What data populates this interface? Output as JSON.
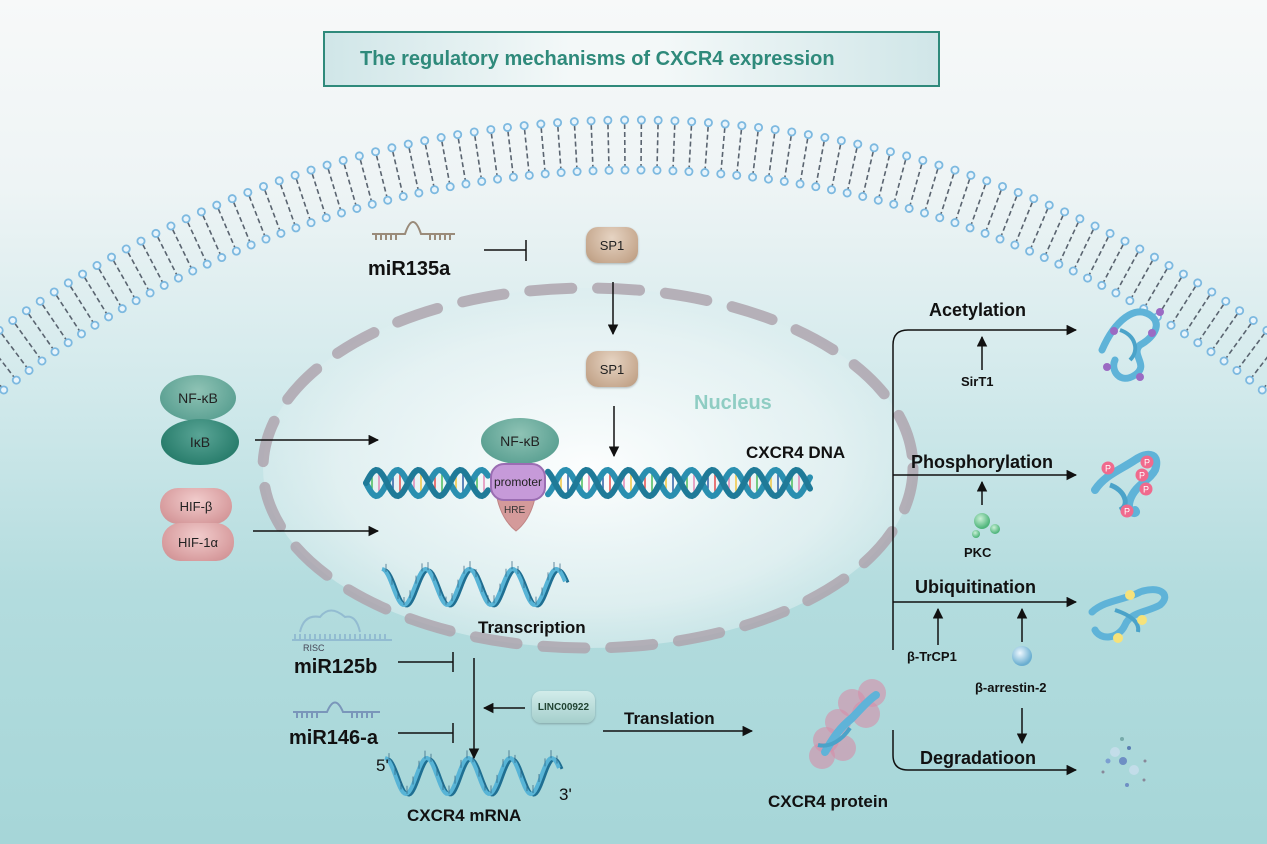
{
  "title": "The regulatory mechanisms of CXCR4 expression",
  "colors": {
    "title_accent": "#2f8a7b",
    "membrane_head": "#7db9e0",
    "nucleus_border": "#b3a9b2",
    "dna": "#2a8fb0",
    "sp1": "#c8ab92",
    "nfkb": "#5fa395",
    "ikb": "#2b7f6e",
    "hif": "#d89d9f",
    "promoter": "#c69ad9",
    "hre": "#d49a9a",
    "phospho": "#f06a8d",
    "acetyl": "#9b6ac3",
    "ubiquitin": "#f6e27a",
    "pkc": "#5fc38a",
    "arrestin": "#8cc4e0"
  },
  "labels": {
    "mir135a": "miR135a",
    "sp1_cytoplasm": "SP1",
    "sp1_nucleus": "SP1",
    "nucleus": "Nucleus",
    "nfkb_cytoplasm": "NF-κB",
    "ikb": "IκB",
    "hif_beta": "HIF-β",
    "hif_1alpha": "HIF-1α",
    "nfkb_nucleus": "NF-κB",
    "promoter": "promoter",
    "hre": "HRE",
    "cxcr4_dna": "CXCR4 DNA",
    "transcription": "Transcription",
    "risc": "RISC",
    "mir125b": "miR125b",
    "mir146a": "miR146-a",
    "linc": "LINC00922",
    "five_prime": "5'",
    "three_prime": "3'",
    "cxcr4_mrna": "CXCR4 mRNA",
    "translation": "Translation",
    "cxcr4_protein": "CXCR4 protein",
    "acetylation": "Acetylation",
    "sirt1": "SirT1",
    "phosphorylation": "Phosphorylation",
    "pkc": "PKC",
    "ubiquitination": "Ubiquitination",
    "btrcp1": "β-TrCP1",
    "barrestin2": "β-arrestin-2",
    "degradation": "Degradatioon",
    "phospho_mark": "P"
  }
}
